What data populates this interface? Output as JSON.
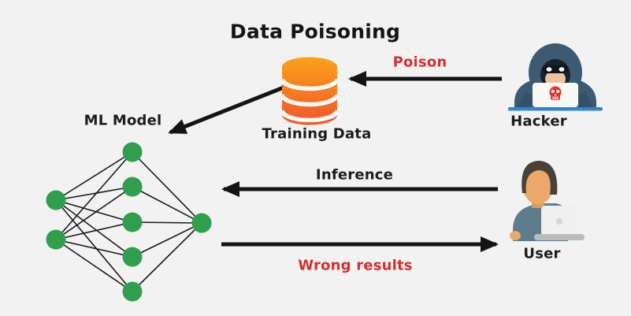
{
  "title": "Data Poisoning",
  "entities": {
    "training_data": {
      "label": "Training Data",
      "icon": "database-icon"
    },
    "ml_model": {
      "label": "ML Model",
      "icon": "neural-network-icon"
    },
    "hacker": {
      "label": "Hacker",
      "icon": "hooded-hacker-laptop-icon"
    },
    "user": {
      "label": "User",
      "icon": "person-laptop-icon"
    }
  },
  "arrows": {
    "poison": {
      "label": "Poison",
      "from": "Hacker",
      "to": "Training Data"
    },
    "training_feed": {
      "label": "",
      "from": "Training Data",
      "to": "ML Model"
    },
    "inference": {
      "label": "Inference",
      "from": "User",
      "to": "ML Model"
    },
    "wrong_results": {
      "label": "Wrong results",
      "from": "ML Model",
      "to": "User"
    }
  },
  "network": {
    "input_nodes": 2,
    "hidden_nodes": 5,
    "output_nodes": 1
  },
  "colors": {
    "background": "#f2f2f2",
    "text": "#1c1c1c",
    "label_red": "#d32f2f",
    "arrow": "#141414",
    "node_green": "#2f9e4d",
    "db_top": "#f9a21b",
    "db_bottom": "#f3542c",
    "hood_blue": "#3d5a73",
    "desk_blue": "#2e86d2",
    "skin": "#eaa869",
    "shirt": "#5e7c8c",
    "hair": "#4a4238",
    "skull_red": "#e03131"
  }
}
